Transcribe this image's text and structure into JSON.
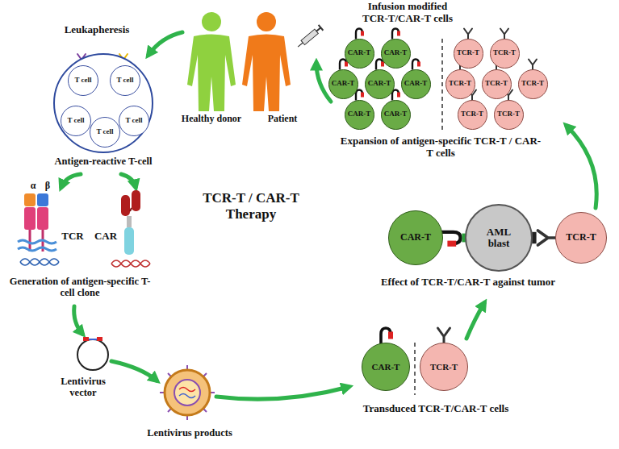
{
  "diagram": {
    "nodes": [
      {
        "text": [
          "Antigen-reactive T-cell"
        ]
      },
      {
        "text": [
          "T cell"
        ],
        "in": 0
      },
      {
        "text": [
          "T cell"
        ],
        "in": 0
      },
      {
        "text": [
          "T cell"
        ],
        "in": 0
      },
      {
        "text": [
          "T cell"
        ],
        "in": 0
      },
      {
        "text": [
          "T cell"
        ],
        "in": 0
      },
      {
        "text": [
          "CAR-T"
        ]
      },
      {
        "text": [
          "TCR-T"
        ]
      },
      {
        "text": [
          "CAR-T"
        ]
      },
      {
        "text": [
          "AML blast"
        ]
      },
      {
        "text": [
          "TCR-T"
        ]
      },
      {
        "text": [
          "CAR-T"
        ]
      },
      {
        "text": [
          "CAR-T"
        ]
      },
      {
        "text": [
          "CAR-T"
        ]
      },
      {
        "text": [
          "CAR-T"
        ]
      },
      {
        "text": [
          "CAR-T"
        ]
      },
      {
        "text": [
          "CAR-T"
        ]
      },
      {
        "text": [
          "CAR-T"
        ]
      },
      {
        "text": [
          "TCR-T"
        ]
      },
      {
        "text": [
          "TCR-T"
        ]
      },
      {
        "text": [
          "TCR-T"
        ]
      },
      {
        "text": [
          "TCR-T"
        ]
      },
      {
        "text": [
          "TCR-T"
        ]
      },
      {
        "text": [
          "TCR-T"
        ]
      },
      {
        "text": [
          "TCR-T"
        ]
      }
    ],
    "labels": [
      "Infusion modified TCR-T/CAR-T cells",
      "Leukapheresis",
      "Healthy donor",
      "Patient",
      "α",
      "β",
      "TCR",
      "CAR",
      "Generation of antigen-specific T-cell clone",
      "TCR-T / CAR-T Therapy",
      "Lentivirus vector",
      "Lentivirus products",
      "Transduced TCR-T/CAR-T cells",
      "Effect of TCR-T/CAR-T against tumor",
      "Expansion of antigen-specific TCR-T / CAR-T cells"
    ]
  }
}
